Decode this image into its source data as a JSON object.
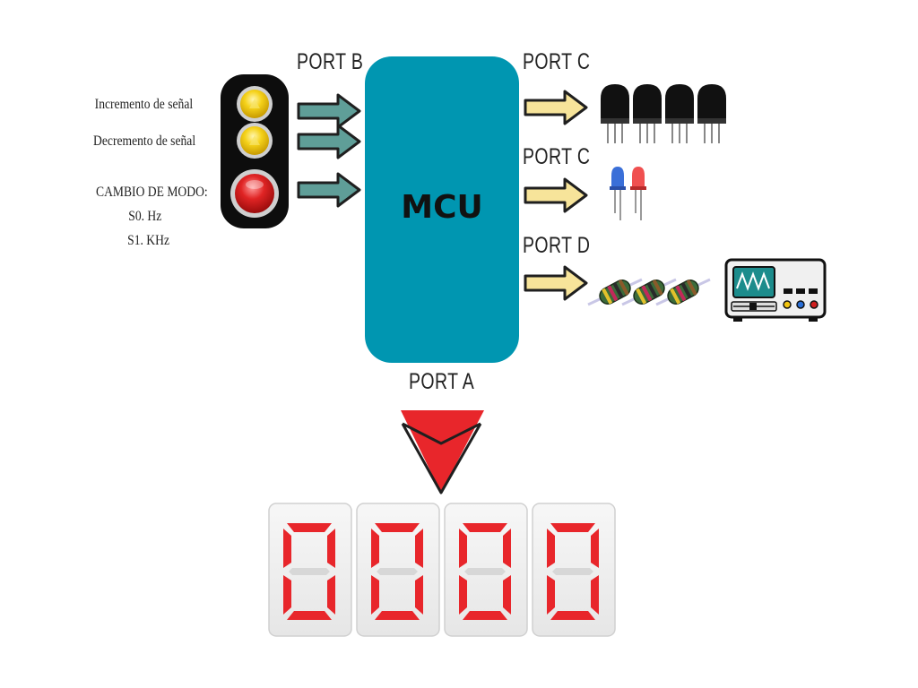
{
  "mcu": {
    "label": "MCU"
  },
  "ports": {
    "b": "PORT B",
    "c1": "PORT C",
    "c2": "PORT C",
    "d": "PORT D",
    "a": "PORT A"
  },
  "inputs": {
    "increment": "Incremento de señal",
    "decrement": "Decremento de señal",
    "mode_title": "CAMBIO DE MODO:",
    "mode_0": "S0. Hz",
    "mode_1": "S1. KHz"
  },
  "display": {
    "digits": [
      "0",
      "0",
      "0",
      "0"
    ]
  },
  "colors": {
    "mcu": "#0096b1",
    "input_arrow": "#5f9e98",
    "output_arrow": "#f7e49a",
    "segment_red": "#e8262b",
    "button_yellow": "#f2c40f",
    "button_red": "#d01f1f"
  },
  "icons": [
    "traffic-light-buttons",
    "transistor-icon",
    "led-icon",
    "resistor-icon",
    "oscilloscope-icon",
    "seven-segment-display"
  ]
}
